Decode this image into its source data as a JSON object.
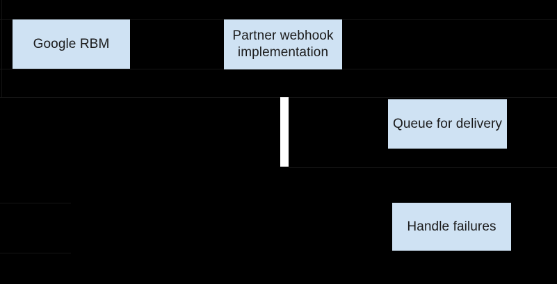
{
  "diagram": {
    "description": "Message flow diagram on black background",
    "colors": {
      "background": "#000000",
      "node_fill": "#cfe2f3",
      "node_text": "#1a1a1a",
      "activation_bar_fill": "#ffffff",
      "faint_line": "#161616"
    },
    "nodes": [
      {
        "id": "google-rbm",
        "label": "Google RBM"
      },
      {
        "id": "partner-webhook",
        "label": "Partner webhook implementation"
      },
      {
        "id": "queue-for-delivery",
        "label": "Queue for delivery"
      },
      {
        "id": "handle-failures",
        "label": "Handle failures"
      }
    ],
    "activation_bar": {
      "name": "webhook-activation-bar"
    }
  }
}
